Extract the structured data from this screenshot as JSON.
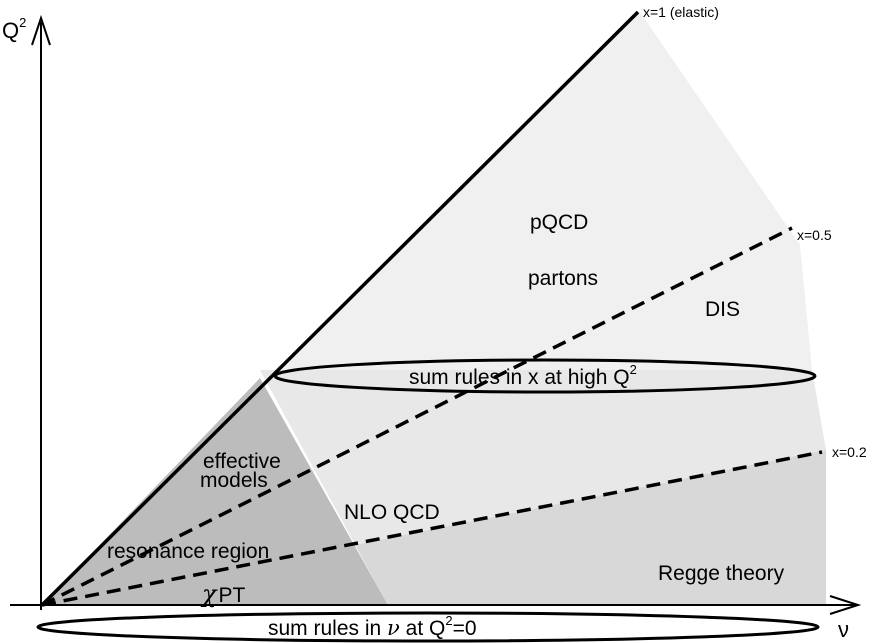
{
  "axes": {
    "y_label": "Q",
    "y_label_sup": "2",
    "x_label": "ν"
  },
  "lines": {
    "elastic": "x=1 (elastic)",
    "x05": "x=0.5",
    "x02": "x=0.2"
  },
  "regions": {
    "pqcd": "pQCD",
    "partons": "partons",
    "dis": "DIS",
    "nlo_qcd": "NLO QCD",
    "regge": "Regge theory",
    "effective_line1": "effective",
    "effective_line2": "models",
    "resonance": "resonance region",
    "chi": "χ",
    "pt": "PT"
  },
  "sum_rules": {
    "high_q2_text": "sum rules in x at high Q",
    "high_q2_sup": "2",
    "nu_text_a": "sum rules in ",
    "nu_symbol": "ν",
    "nu_text_b": " at Q",
    "nu_sup": "2",
    "nu_text_c": "=0"
  },
  "colors": {
    "pqcd_region": "#f0f0f0",
    "nlo_region": "#e8e8e8",
    "regge_region": "#d8d8d8",
    "effective_region": "#bcbcbc"
  }
}
